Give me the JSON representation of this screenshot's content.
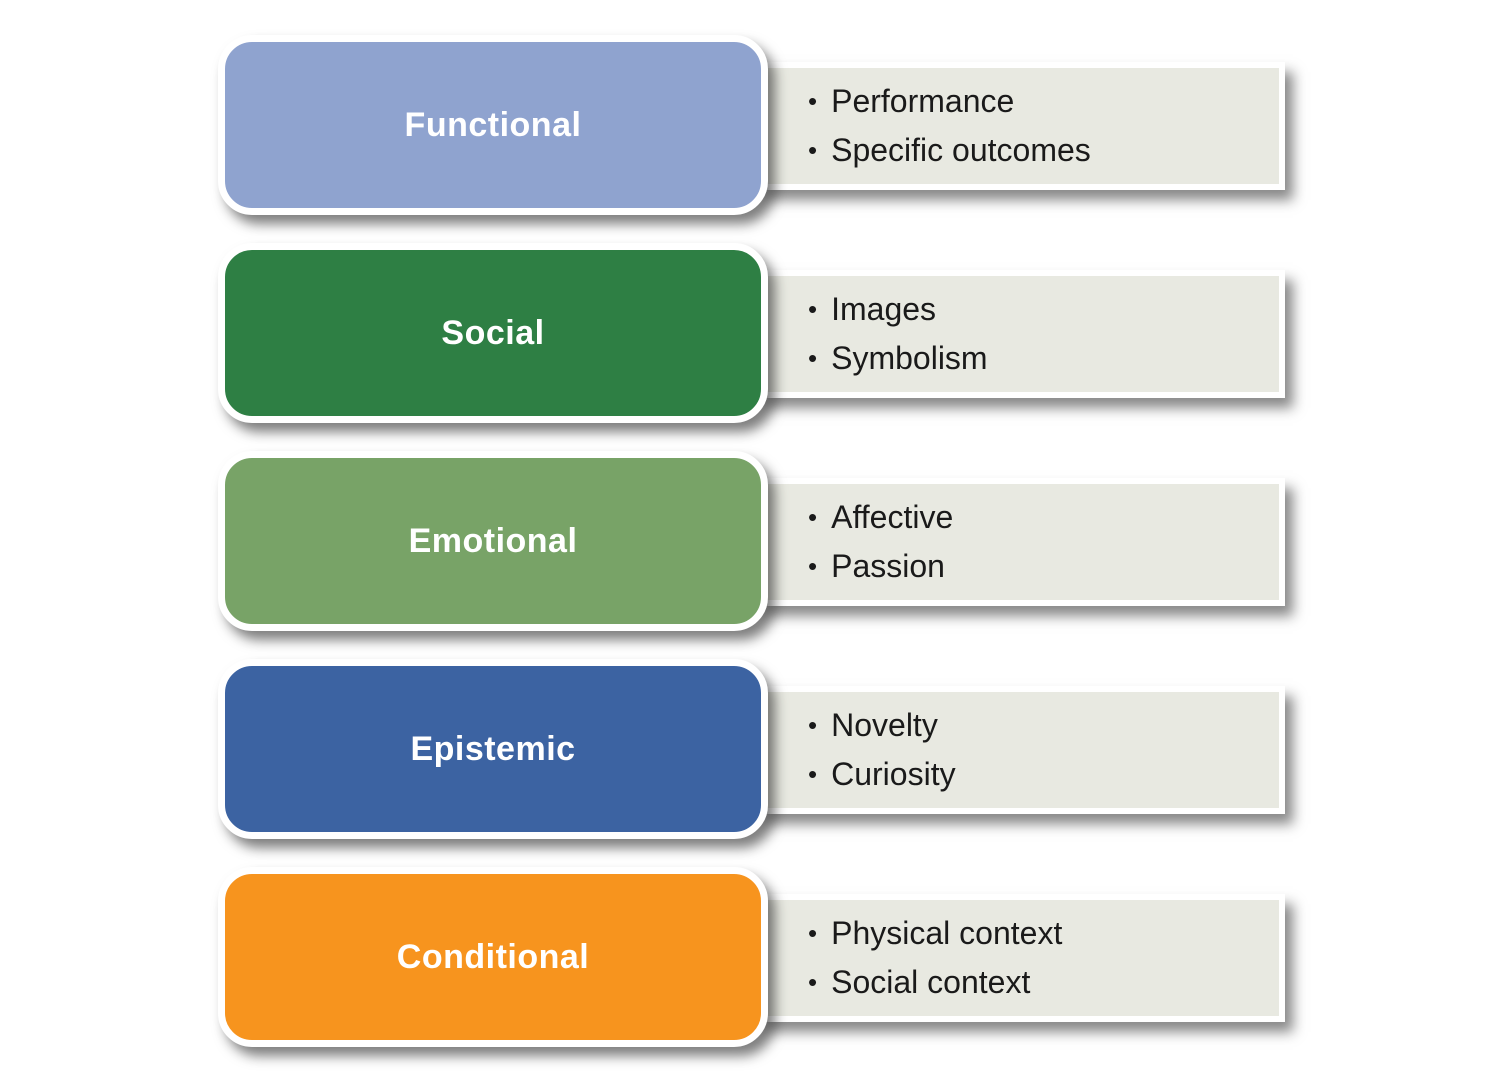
{
  "diagram": {
    "bullet_glyph": "•",
    "panel_bg": "#e8e9e1",
    "label_text_color": "#ffffff",
    "bullet_text_color": "#1a1a1a",
    "rows": [
      {
        "label": "Functional",
        "color": "#8fa3cf",
        "bullets": [
          "Performance",
          "Specific outcomes"
        ]
      },
      {
        "label": "Social",
        "color": "#2e7f44",
        "bullets": [
          "Images",
          "Symbolism"
        ]
      },
      {
        "label": "Emotional",
        "color": "#78a367",
        "bullets": [
          "Affective",
          "Passion"
        ]
      },
      {
        "label": "Epistemic",
        "color": "#3c63a2",
        "bullets": [
          "Novelty",
          "Curiosity"
        ]
      },
      {
        "label": "Conditional",
        "color": "#f7941e",
        "bullets": [
          "Physical context",
          "Social context"
        ]
      }
    ]
  }
}
